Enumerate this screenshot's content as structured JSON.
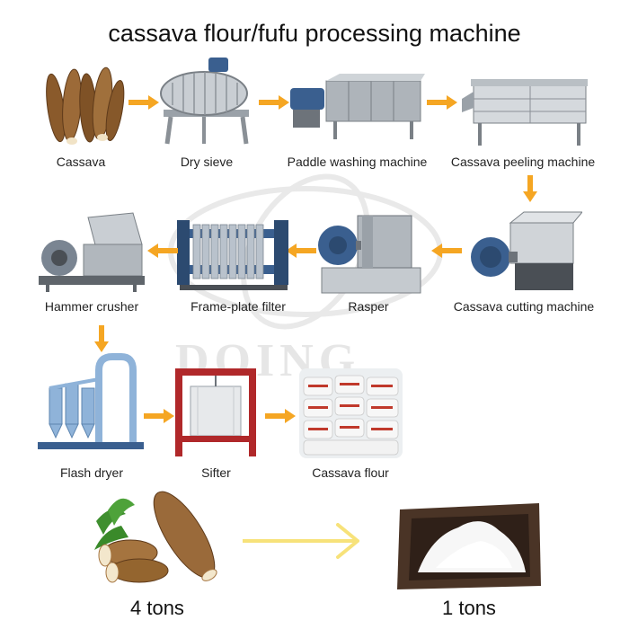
{
  "title": "cassava flour/fufu processing machine",
  "watermark_text": "DOING",
  "steps": [
    {
      "label": "Cassava"
    },
    {
      "label": "Dry sieve"
    },
    {
      "label": "Paddle washing machine"
    },
    {
      "label": "Cassava peeling machine"
    },
    {
      "label": "Cassava cutting machine"
    },
    {
      "label": "Rasper"
    },
    {
      "label": "Frame-plate filter"
    },
    {
      "label": "Hammer crusher"
    },
    {
      "label": "Flash dryer"
    },
    {
      "label": "Sifter"
    },
    {
      "label": "Cassava flour"
    }
  ],
  "summary": {
    "input_label": "4 tons",
    "output_label": "1 tons"
  },
  "colors": {
    "arrow": "#f5a623",
    "big_arrow": "#f7e27a",
    "machine_steel": "#b8bec4",
    "motor_blue": "#3a5f8f",
    "frame_red": "#b0282a",
    "dryer_blue": "#8fb3d9"
  }
}
